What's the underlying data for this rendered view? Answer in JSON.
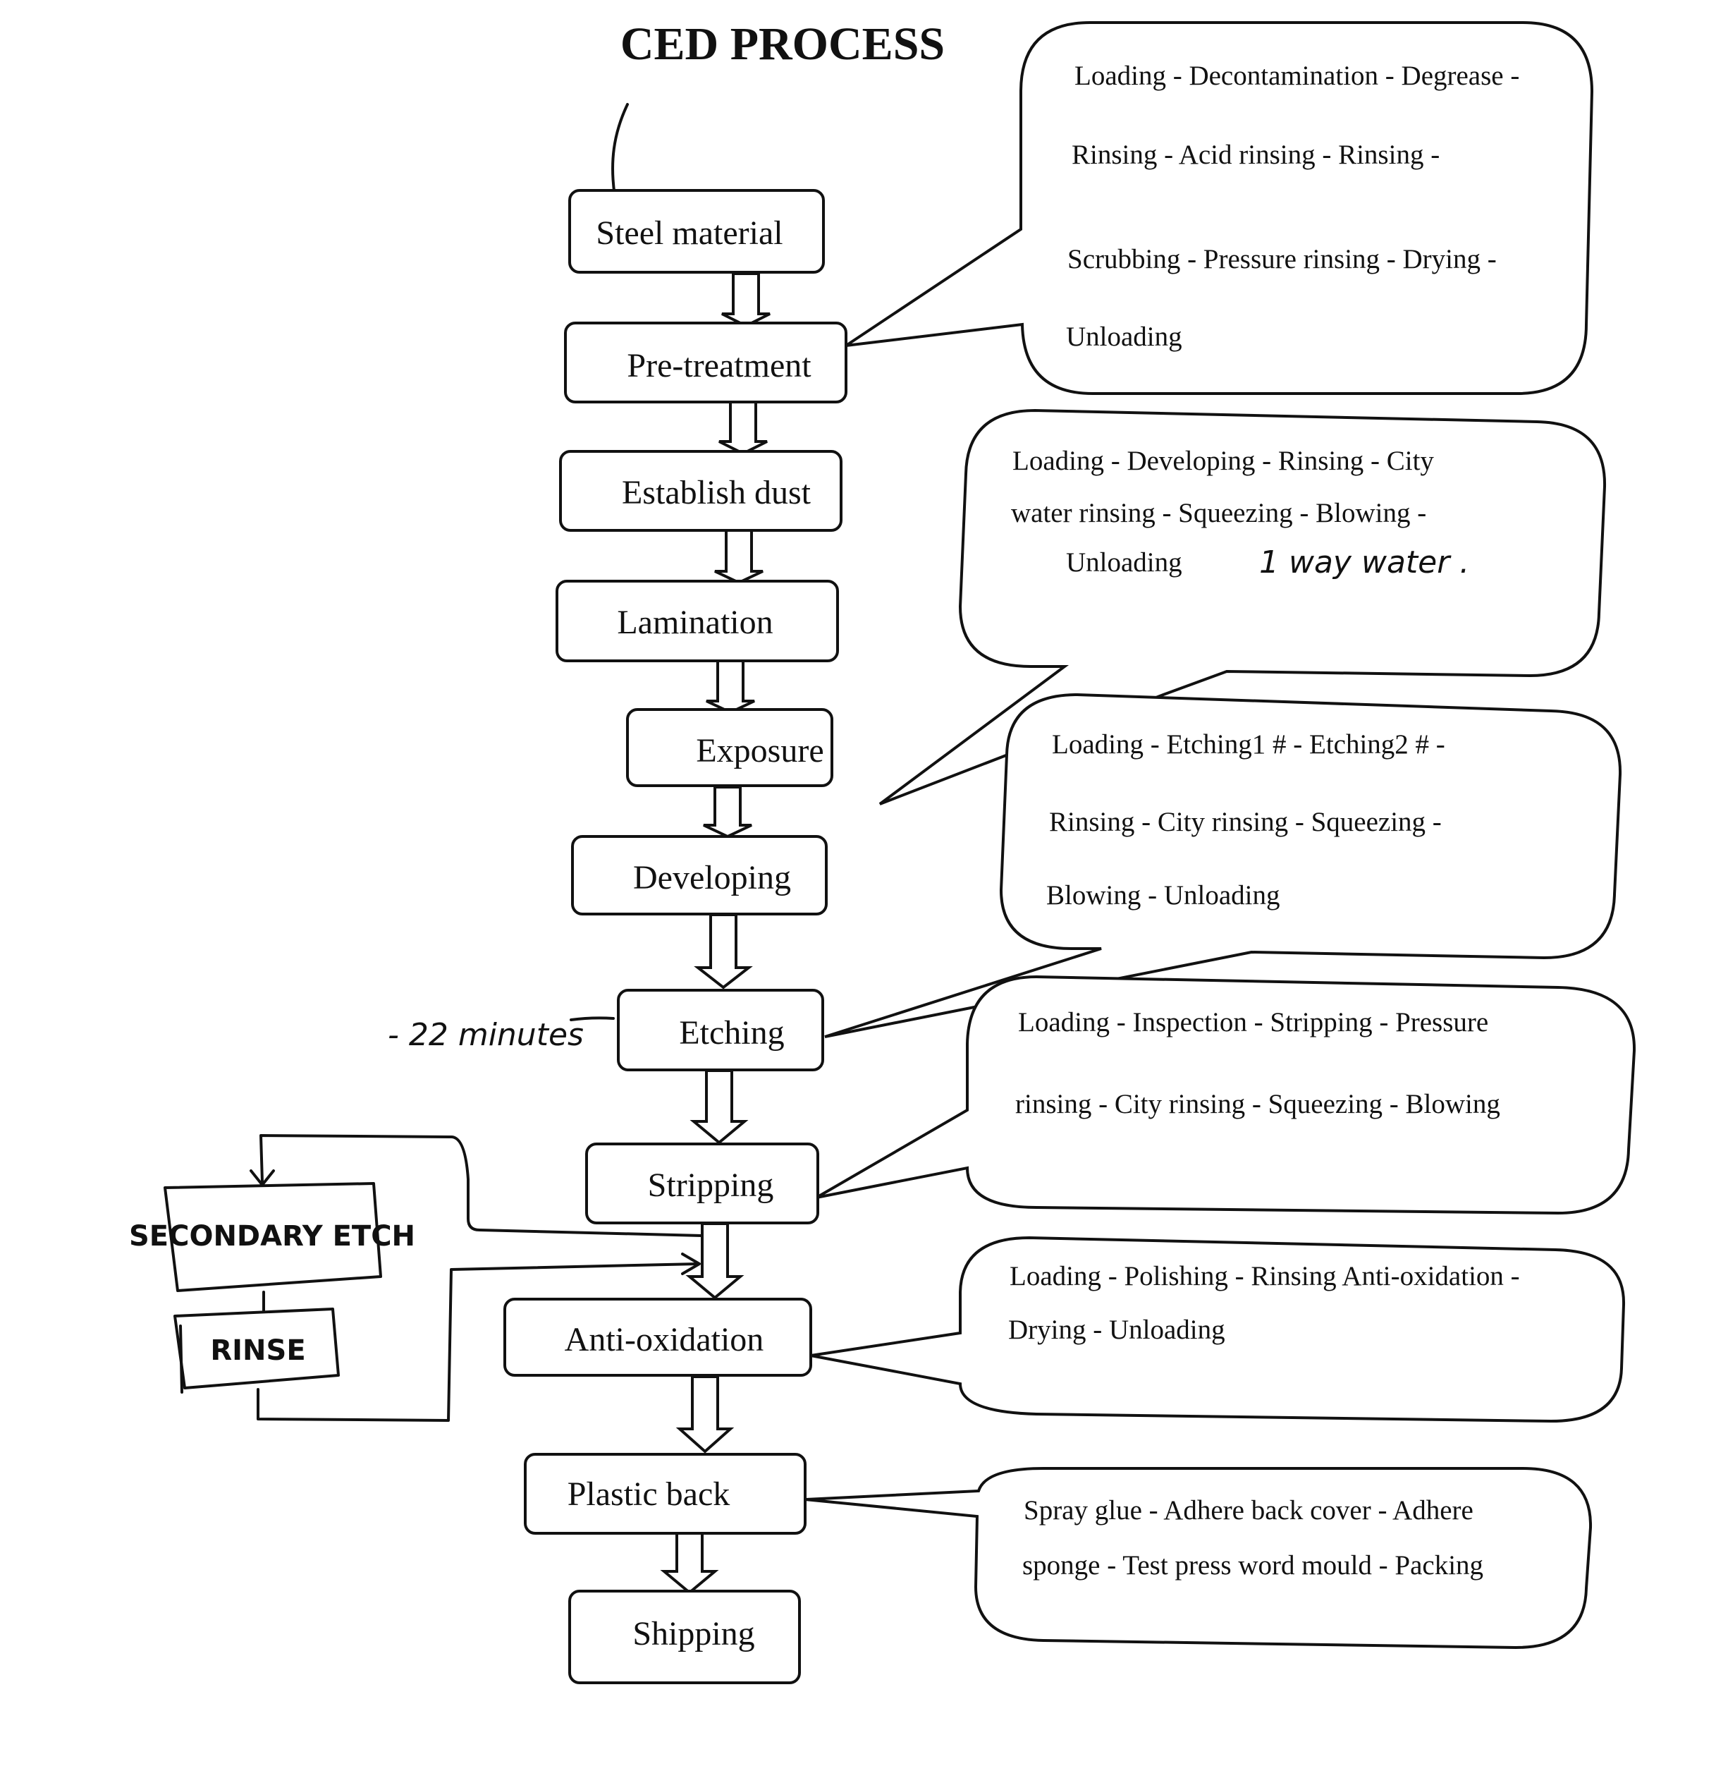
{
  "title": "CED PROCESS",
  "steps": [
    {
      "label": "Steel material"
    },
    {
      "label": "Pre-treatment"
    },
    {
      "label": "Establish dust"
    },
    {
      "label": "Lamination"
    },
    {
      "label": "Exposure"
    },
    {
      "label": "Developing"
    },
    {
      "label": "Etching"
    },
    {
      "label": "Stripping"
    },
    {
      "label": "Anti-oxidation"
    },
    {
      "label": "Plastic back"
    },
    {
      "label": "Shipping"
    }
  ],
  "notes": [
    {
      "step": "Pre-treatment",
      "lines": [
        "Loading - Decontamination - Degrease -",
        "Rinsing - Acid rinsing - Rinsing -",
        "Scrubbing - Pressure rinsing - Drying -",
        "Unloading"
      ]
    },
    {
      "step": "Developing",
      "lines": [
        "Loading - Developing - Rinsing - City",
        "water rinsing - Squeezing - Blowing -",
        "Unloading"
      ],
      "handwritten": "1 way water ."
    },
    {
      "step": "Etching",
      "lines": [
        "Loading - Etching1 # - Etching2 # -",
        "Rinsing - City rinsing - Squeezing -",
        "Blowing - Unloading"
      ]
    },
    {
      "step": "Stripping",
      "lines": [
        "Loading - Inspection - Stripping - Pressure",
        "rinsing - City rinsing - Squeezing - Blowing"
      ]
    },
    {
      "step": "Anti-oxidation",
      "lines": [
        "Loading - Polishing - Rinsing Anti-oxidation -",
        "Drying - Unloading"
      ]
    },
    {
      "step": "Plastic back",
      "lines": [
        "Spray glue - Adhere back cover - Adhere",
        "sponge - Test press word mould - Packing"
      ]
    }
  ],
  "annotations": {
    "etching_time": "- 22 minutes",
    "side_loop": [
      "SECONDARY ETCH",
      "RINSE"
    ]
  }
}
